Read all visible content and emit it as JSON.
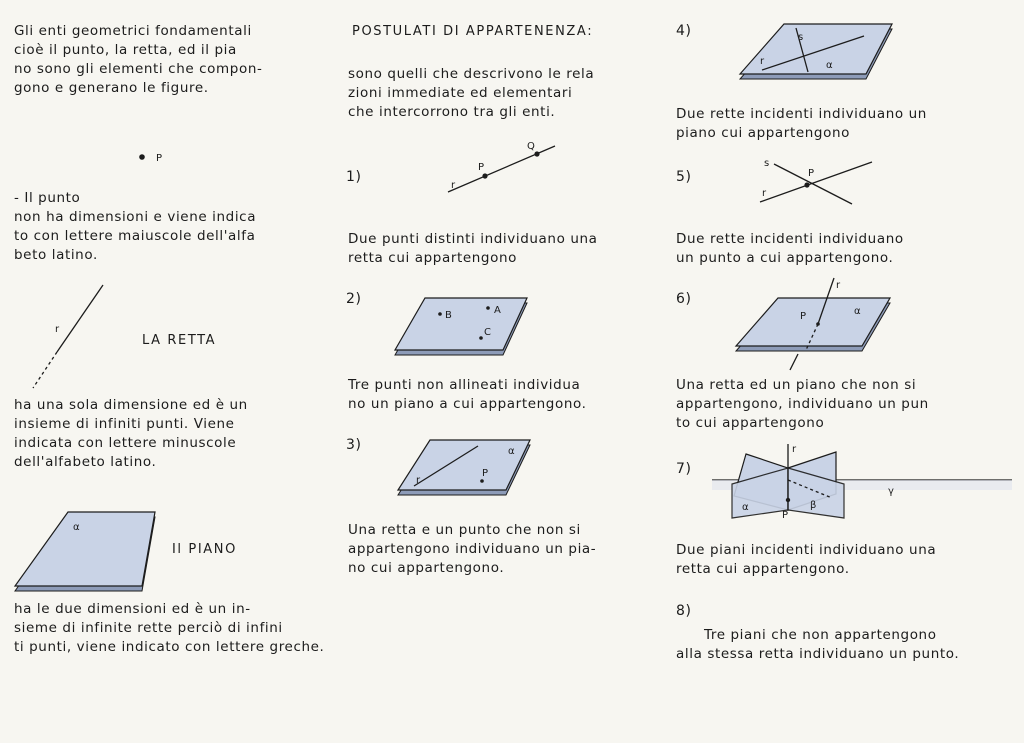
{
  "left": {
    "intro": "Gli enti geometrici fondamentali\ncioè il punto, la retta, ed il pia\nno sono gli elementi che compon-\ngono e generano le figure.",
    "point_label": "P",
    "point_text": "- Il punto\nnon ha dimensioni e viene indica\nto con lettere maiuscole dell'alfa\nbeto latino.",
    "line_label": "r",
    "line_title": "LA RETTA",
    "line_text": "ha una sola dimensione ed è un\ninsieme di infiniti punti. Viene\nindicata con lettere minuscole\ndell'alfabeto latino.",
    "plane_label": "α",
    "plane_title": "Il PIANO",
    "plane_text": "ha le due dimensioni ed è un in-\nsieme di infinite rette perciò di infini\nti punti, viene indicato con lettere greche."
  },
  "middle": {
    "title": "POSTULATI DI APPARTENENZA:",
    "intro": "sono quelli che descrivono le rela\nzioni immediate ed elementari\nche intercorrono tra gli enti.",
    "p1": {
      "num": "1)",
      "text": "Due punti distinti individuano una\nretta cui appartengono",
      "r": "r",
      "P": "P",
      "Q": "Q"
    },
    "p2": {
      "num": "2)",
      "text": "Tre punti non allineati individua\nno un piano a cui appartengono.",
      "A": "A",
      "B": "B",
      "C": "C"
    },
    "p3": {
      "num": "3)",
      "text": "Una retta e un punto che non si\nappartengono individuano un pia-\nno cui appartengono.",
      "r": "r",
      "P": "P",
      "alpha": "α"
    }
  },
  "right": {
    "p4": {
      "num": "4)",
      "text": "Due rette incidenti individuano un\npiano cui appartengono",
      "r": "r",
      "s": "s",
      "alpha": "α"
    },
    "p5": {
      "num": "5)",
      "text": "Due rette incidenti individuano\nun punto a cui appartengono.",
      "r": "r",
      "s": "s",
      "P": "P"
    },
    "p6": {
      "num": "6)",
      "text": "Una retta ed un piano che non si\nappartengono, individuano un pun\nto cui appartengono",
      "r": "r",
      "P": "P",
      "alpha": "α"
    },
    "p7": {
      "num": "7)",
      "text": "Due piani incidenti individuano una\nretta cui appartengono.",
      "r": "r",
      "P": "P",
      "alpha": "α",
      "beta": "β",
      "gamma": "γ"
    },
    "p8": {
      "num": "8)",
      "text": "Tre piani che non appartengono\nalla stessa retta individuano un punto."
    }
  }
}
